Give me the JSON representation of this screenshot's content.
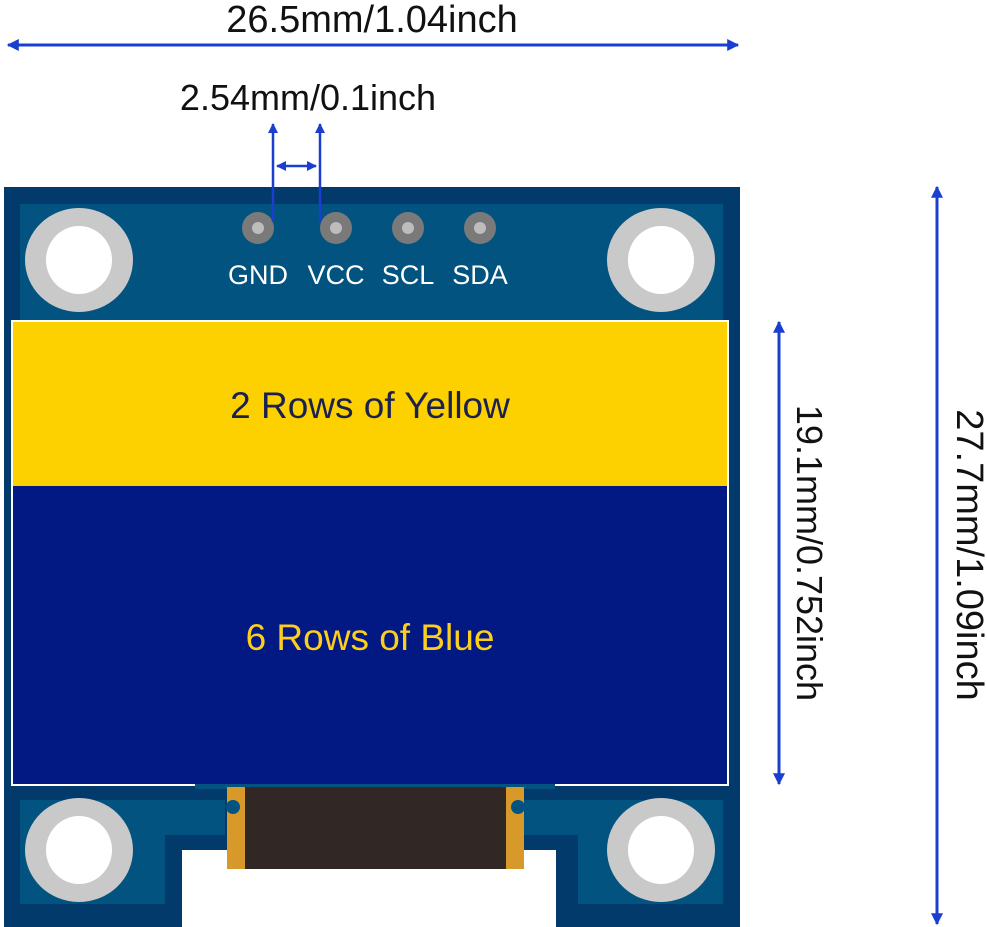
{
  "diagram": {
    "title": "OLED Display Module Dimensions",
    "dimensions": {
      "width": "26.5mm/1.04inch",
      "pin_pitch": "2.54mm/0.1inch",
      "display_height": "19.1mm/0.752inch",
      "total_height": "27.7mm/1.09inch"
    },
    "pins": [
      {
        "label": "GND"
      },
      {
        "label": "VCC"
      },
      {
        "label": "SCL"
      },
      {
        "label": "SDA"
      }
    ],
    "display": {
      "yellow_zone_label": "2 Rows of Yellow",
      "blue_zone_label": "6 Rows of Blue"
    },
    "colors": {
      "pcb_outer": "#023a6b",
      "pcb_inner": "#02537f",
      "yellow_zone": "#fdd000",
      "blue_zone": "#021882",
      "yellow_text": "#1a2150",
      "blue_text": "#fdcf1c",
      "dimension_arrow": "#1a3fd0",
      "mount_hole_ring": "#c9c9c9",
      "pin_outer": "#7a7a7a",
      "pin_inner": "#bdbdbd",
      "flex_cable": "#312826",
      "flex_contact": "#d79a2a"
    }
  }
}
